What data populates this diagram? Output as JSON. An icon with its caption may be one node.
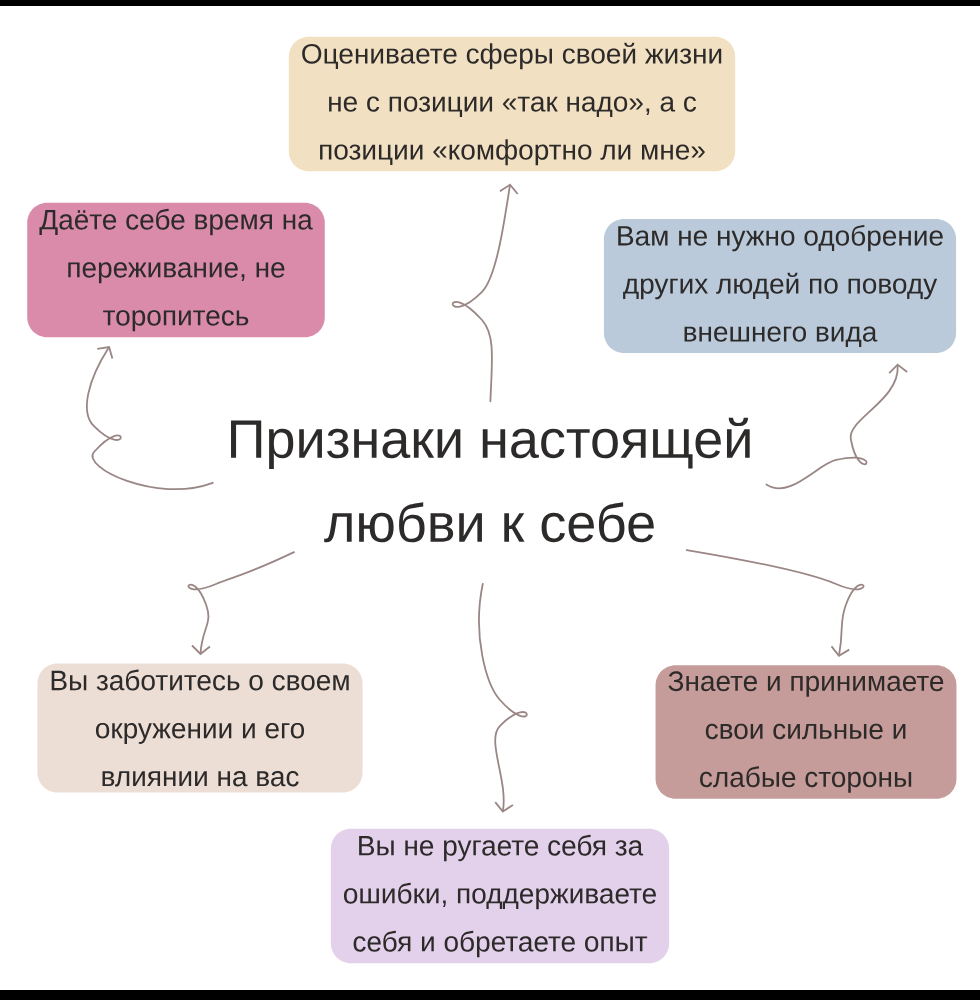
{
  "diagram": {
    "nodes": [
      {
        "text": [
          "Оцениваете сферы своей жизни не с позиции «так надо», а с позиции «комфортно ли мне»"
        ]
      },
      {
        "text": [
          "Даёте себе время на переживание, не торопитесь"
        ]
      },
      {
        "text": [
          "Вам не нужно одобрение других людей по поводу внешнего вида"
        ]
      },
      {
        "text": [
          "Признаки настоящей любви к себе"
        ]
      },
      {
        "text": [
          "Вы заботитесь о своем окружении и его влиянии на вас"
        ]
      },
      {
        "text": [
          "Знаете и принимаете свои сильные и слабые стороны"
        ]
      },
      {
        "text": [
          "Вы не ругаете себя за ошибки, поддерживаете себя и обретаете опыт"
        ]
      }
    ],
    "edges": [
      {
        "from": 3,
        "to": 0,
        "arrow": "to"
      },
      {
        "from": 3,
        "to": 1,
        "arrow": "to"
      },
      {
        "from": 3,
        "to": 2,
        "arrow": "to"
      },
      {
        "from": 3,
        "to": 4,
        "arrow": "to"
      },
      {
        "from": 3,
        "to": 5,
        "arrow": "to"
      },
      {
        "from": 3,
        "to": 6,
        "arrow": "to"
      }
    ]
  }
}
